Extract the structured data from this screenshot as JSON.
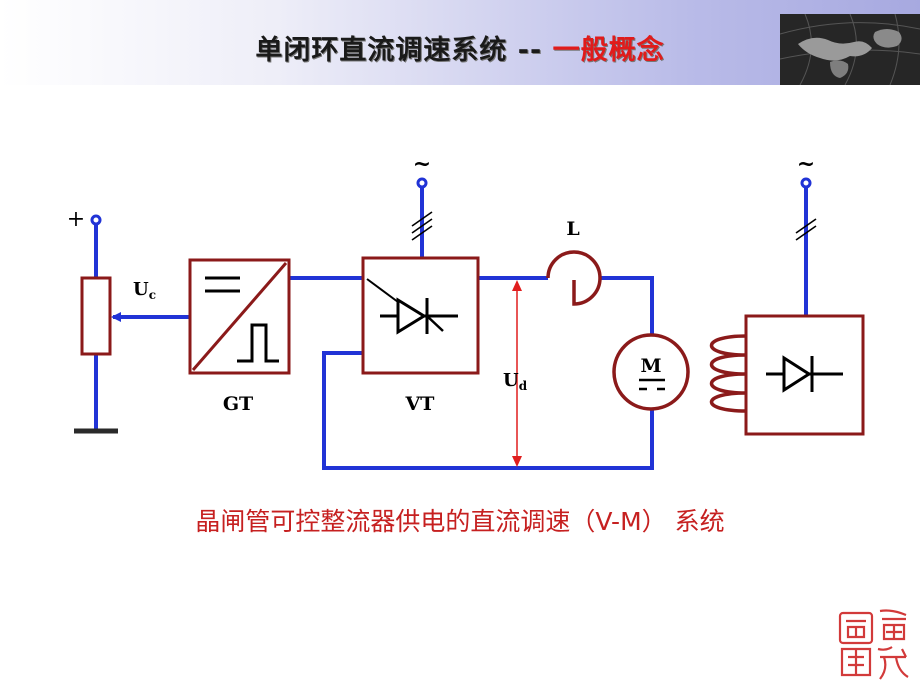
{
  "header": {
    "title_main": "单闭环直流调速系统 -- ",
    "title_sub": "一般概念"
  },
  "diagram": {
    "ac_symbol_vt": "~",
    "ac_symbol_excitation": "~",
    "plus_label": "+",
    "uc_label": "U",
    "uc_sub": "c",
    "gt_label": "GT",
    "vt_label": "VT",
    "l_label": "L",
    "ud_label": "U",
    "ud_sub": "d",
    "motor_label": "M"
  },
  "caption": "晶闸管可控整流器供电的直流调速（V-M） 系统",
  "colors": {
    "wire": "#2133d6",
    "component": "#8b1a1a",
    "caption": "#c62020",
    "title_accent": "#e11b1b"
  }
}
